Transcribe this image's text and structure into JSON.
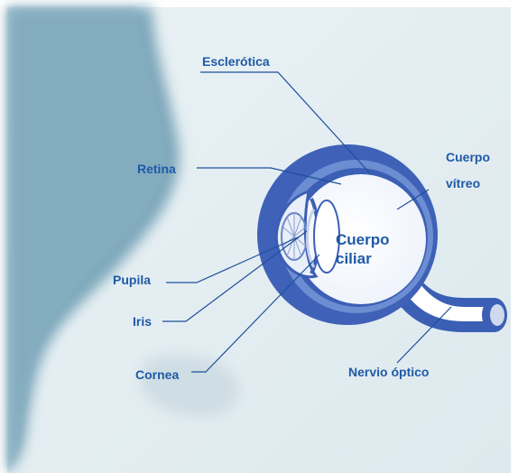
{
  "labels": {
    "esclerotica": "Esclerótica",
    "retina": "Retina",
    "cuerpo_vitreo_1": "Cuerpo",
    "cuerpo_vitreo_2": "vítreo",
    "cuerpo_ciliar_1": "Cuerpo",
    "cuerpo_ciliar_2": "ciliar",
    "pupila": "Pupila",
    "iris": "Iris",
    "cornea": "Cornea",
    "nervio_optico": "Nervio óptico"
  },
  "colors": {
    "label": "#1f5aa6",
    "leader_line": "#1f4f9a",
    "sclera": "#3b5fb5",
    "face_profile": "#8fb5c6",
    "background": "#e4eef2"
  }
}
